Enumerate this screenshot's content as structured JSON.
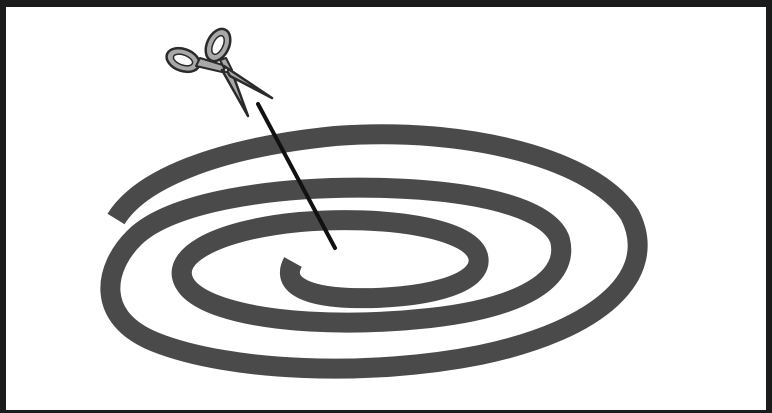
{
  "diagram": {
    "elements": [
      {
        "name": "spiral-coil",
        "kind": "shape",
        "color": "#4a4a4a"
      },
      {
        "name": "cut-line",
        "kind": "line",
        "color": "#111111"
      },
      {
        "name": "scissors-icon",
        "kind": "icon",
        "color": "#8a8a8a"
      }
    ]
  },
  "colors": {
    "frame": "#1b1b1b",
    "background": "#ffffff",
    "coil": "#4a4a4a",
    "scissors_fill": "#a8a8a8",
    "scissors_outline": "#2a2a2a"
  }
}
